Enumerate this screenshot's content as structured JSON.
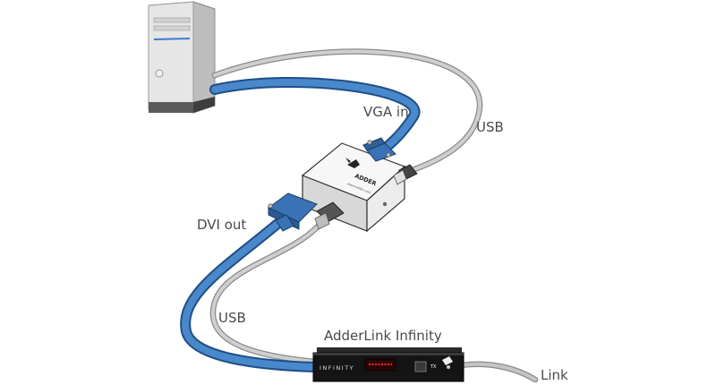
{
  "labels": {
    "vga_in": "VGA in",
    "usb_top": "USB",
    "dvi_out": "DVI out",
    "usb_bottom": "USB",
    "product": "AdderLink Infinity",
    "link": "Link"
  },
  "device_markings": {
    "adapter_brand": "ADDER",
    "adapter_url": "www.adder.com",
    "unit_logo": "INFINITY",
    "unit_port": "TX"
  },
  "colors": {
    "vga_cable": "#3f7cc0",
    "usb_cable": "#b8b8b8",
    "tower": "#e3e3e3",
    "adapter": "#eeeeee",
    "unit": "#1a1a1a",
    "led": "#d21818"
  }
}
